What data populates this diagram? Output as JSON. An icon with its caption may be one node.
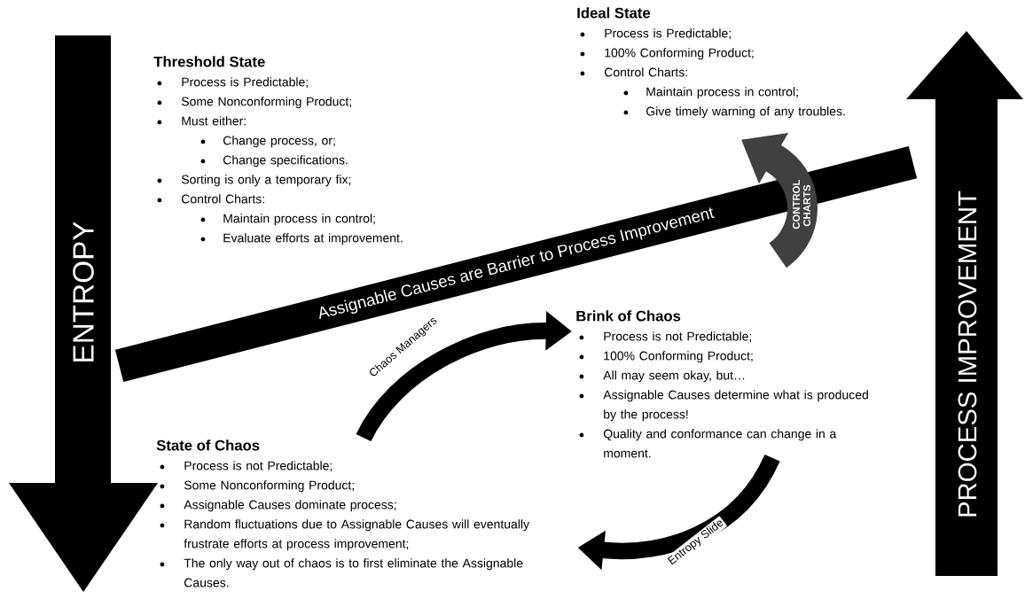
{
  "diagram": {
    "nodes": [
      {
        "text": [
          "Ideal State",
          "Process is Predictable;",
          "100% Conforming Product;",
          "Control Charts:",
          "Maintain process in control;",
          "Give timely warning of any troubles."
        ]
      },
      {
        "text": [
          "Threshold State",
          "Process is Predictable;",
          "Some Nonconforming Product;",
          "Must either:",
          "Change process, or;",
          "Change specifications.",
          "Sorting is only a temporary fix;",
          "Control Charts:",
          "Maintain process in control;",
          "Evaluate efforts at improvement."
        ]
      },
      {
        "text": [
          "ENTROPY"
        ]
      },
      {
        "text": [
          "PROCESS IMPROVEMENT"
        ]
      },
      {
        "text": [
          "CONTROL CHARTS"
        ]
      },
      {
        "text": [
          "Assignable Causes are Barrier to Process Improvement"
        ]
      },
      {
        "text": [
          "Brink of Chaos",
          "Process is not Predictable;",
          "100% Conforming Product;",
          "All may seem okay, but…",
          "Assignable Causes determine what is produced by the process!",
          "Quality and conformance can change in a moment."
        ]
      },
      {
        "text": [
          "State of Chaos",
          "Process is not Predictable;",
          "Some Nonconforming Product;",
          "Assignable Causes dominate process;",
          "Random fluctuations due to Assignable Causes will eventually frustrate efforts at process improvement;",
          "The only way out of chaos is to first eliminate the Assignable Causes."
        ]
      }
    ],
    "edges": [
      {
        "from": 7,
        "to": 6,
        "arrow": "to",
        "label": "Chaos Managers"
      },
      {
        "from": 6,
        "to": 7,
        "arrow": "to",
        "label": "Entropy Slide"
      }
    ]
  }
}
